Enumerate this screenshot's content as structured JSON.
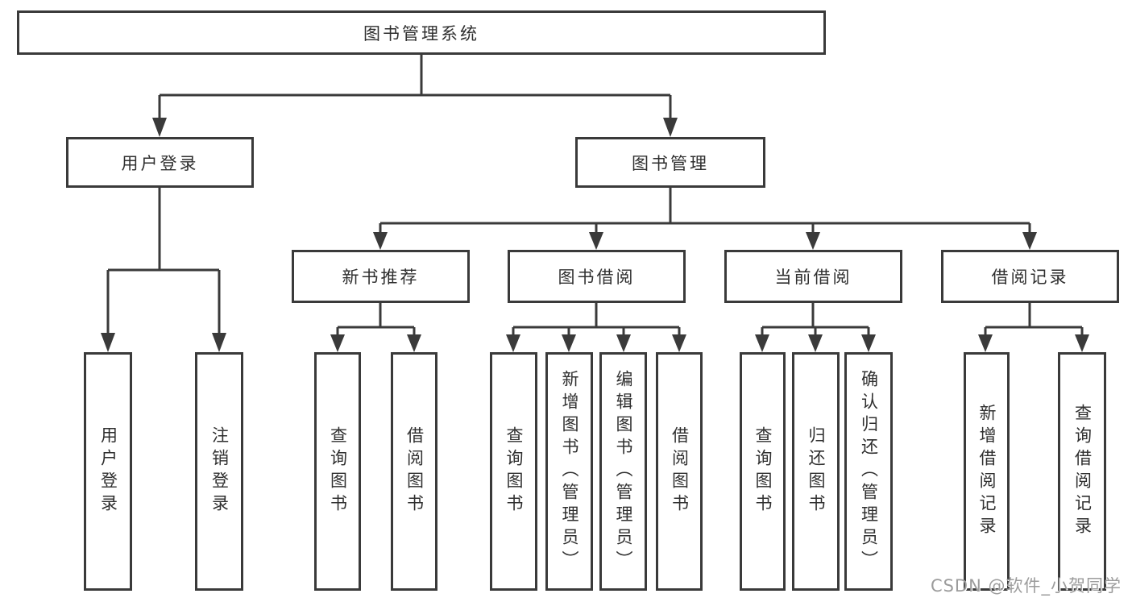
{
  "diagram": {
    "type": "hierarchy-tree",
    "title": "图书管理系统",
    "nodes": {
      "root": {
        "label": "图书管理系统"
      },
      "level2": [
        {
          "label": "用户登录"
        },
        {
          "label": "图书管理"
        }
      ],
      "level3": [
        {
          "label": "新书推荐",
          "parent": "图书管理"
        },
        {
          "label": "图书借阅",
          "parent": "图书管理"
        },
        {
          "label": "当前借阅",
          "parent": "图书管理"
        },
        {
          "label": "借阅记录",
          "parent": "图书管理"
        }
      ],
      "leaves": {
        "login": [
          {
            "label": "用户登录"
          },
          {
            "label": "注销登录"
          }
        ],
        "recommend": [
          {
            "label": "查询图书"
          },
          {
            "label": "借阅图书"
          }
        ],
        "borrow": [
          {
            "label": "查询图书"
          },
          {
            "label": "新增图书（管理员）"
          },
          {
            "label": "编辑图书（管理员）"
          },
          {
            "label": "借阅图书"
          }
        ],
        "current": [
          {
            "label": "查询图书"
          },
          {
            "label": "归还图书"
          },
          {
            "label": "确认归还（管理员）"
          }
        ],
        "records": [
          {
            "label": "新增借阅记录"
          },
          {
            "label": "查询借阅记录"
          }
        ]
      }
    },
    "colors": {
      "line": "#3a3a3a",
      "box_border": "#3a3a3a",
      "box_fill": "#ffffff",
      "text": "#2f2f2f",
      "background": "#ffffff",
      "watermark": "#9c9c9c"
    }
  },
  "watermark": {
    "text": "CSDN @软件_小贺同学"
  }
}
